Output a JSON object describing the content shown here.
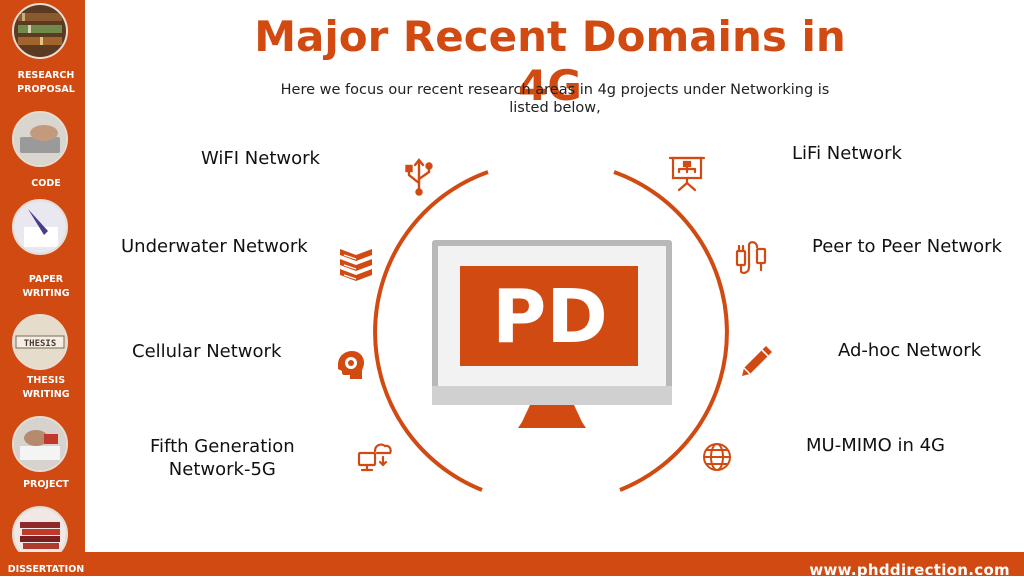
{
  "title": "Major Recent Domains in 4G",
  "subtitle": "Here we focus our recent research areas in 4g projects under Networking is listed below,",
  "sidebar": {
    "items": [
      {
        "label_line1": "RESEARCH",
        "label_line2": "PROPOSAL"
      },
      {
        "label_line1": "CODE",
        "label_line2": ""
      },
      {
        "label_line1": "PAPER",
        "label_line2": "WRITING"
      },
      {
        "label_line1": "THESIS",
        "label_line2": "WRITING"
      },
      {
        "label_line1": "PROJECT",
        "label_line2": ""
      },
      {
        "label_line1": "DISSERTATION",
        "label_line2": ""
      }
    ],
    "thesis_thumb_text": "THESIS"
  },
  "left_items": [
    {
      "label": "WiFI Network",
      "icon": "usb-icon"
    },
    {
      "label": "Underwater Network",
      "icon": "books-icon"
    },
    {
      "label": "Cellular Network",
      "icon": "head-gears-icon"
    },
    {
      "label_line1": "Fifth Generation",
      "label_line2": "Network-5G",
      "icon": "cloud-monitor-icon"
    }
  ],
  "right_items": [
    {
      "label": "LiFi Network",
      "icon": "presentation-board-icon"
    },
    {
      "label": "Peer to Peer Network",
      "icon": "cable-plug-icon"
    },
    {
      "label": "Ad-hoc Network",
      "icon": "pencil-icon"
    },
    {
      "label": "MU-MIMO in 4G",
      "icon": "globe-icon"
    }
  ],
  "center_logo_text": "PD",
  "footer_url": "www.phddirection.com",
  "colors": {
    "accent": "#d14a12",
    "monitor_stand": "#d14a12",
    "monitor_bezel": "#b5b5b5"
  }
}
